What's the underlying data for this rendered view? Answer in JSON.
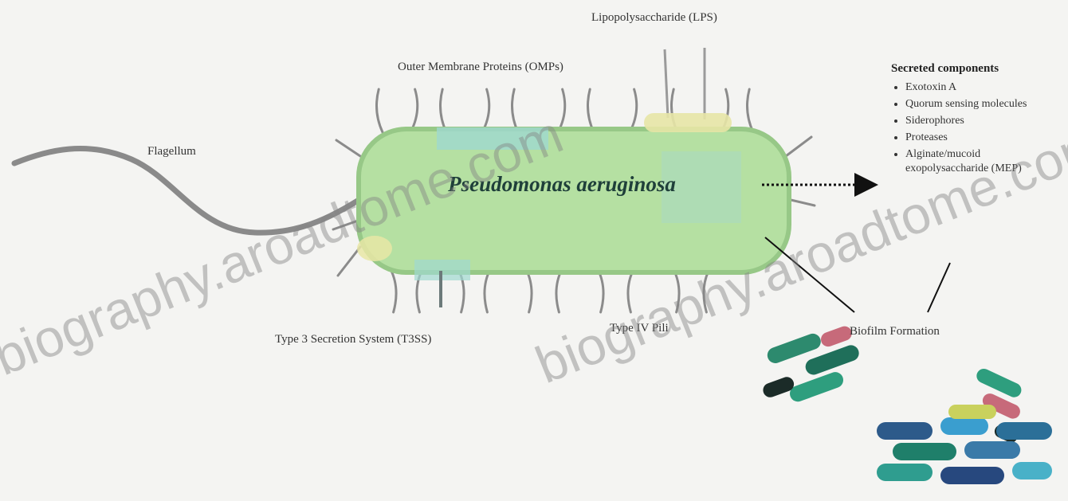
{
  "cell_name": "Pseudomonas aeruginosa",
  "labels": {
    "lps": "Lipopolysaccharide (LPS)",
    "omp": "Outer Membrane Proteins (OMPs)",
    "flagellum": "Flagellum",
    "t3ss": "Type 3 Secretion System (T3SS)",
    "pili": "Type IV Pili",
    "biofilm": "Biofilm Formation"
  },
  "secreted": {
    "title": "Secreted components",
    "items": [
      "Exotoxin A",
      "Quorum sensing molecules",
      "Siderophores",
      "Proteases",
      "Alginate/mucoid exopolysaccharide (MEP)"
    ]
  },
  "watermarks": [
    "biography.aroadtome.com",
    "biography.aroadtome.com"
  ],
  "colors": {
    "cell_fill": "#b5e0a2",
    "cell_stroke": "#97c887",
    "appendage": "#888888",
    "omp_patch": "#9fd8d0",
    "lps_patch": "#e7e6a6",
    "background": "#f4f4f2"
  }
}
